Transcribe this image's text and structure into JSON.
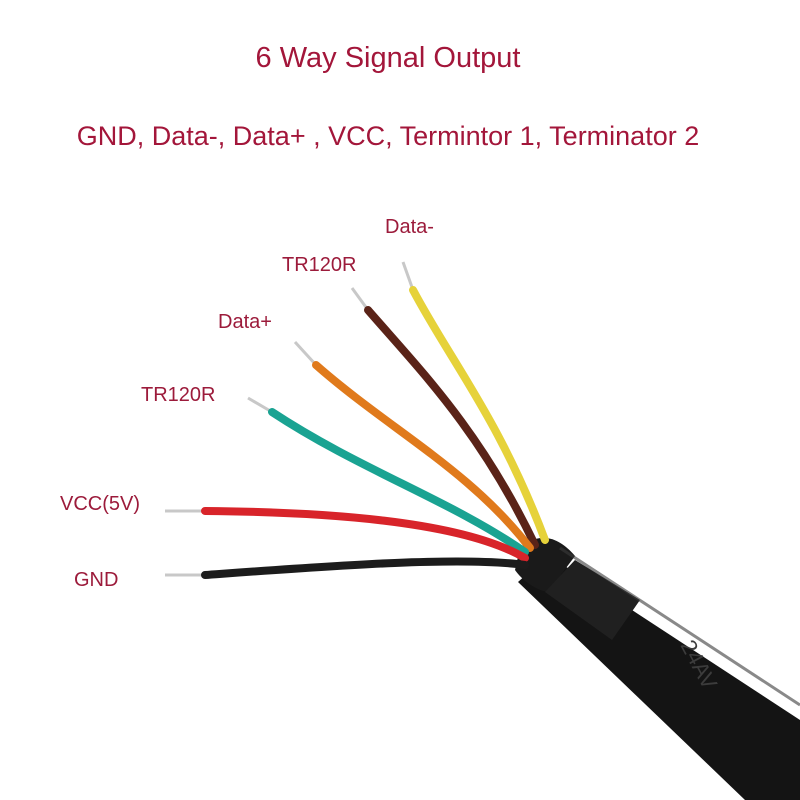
{
  "title": "6 Way Signal Output",
  "subtitle": "GND, Data-, Data+ , VCC, Termintor 1, Terminator 2",
  "cable_marking": "24AV",
  "wires": [
    {
      "label": "Data-",
      "color": "#e6d23a"
    },
    {
      "label": "TR120R",
      "color": "#5a2318"
    },
    {
      "label": "Data+",
      "color": "#e07a1c"
    },
    {
      "label": "TR120R",
      "color": "#1aa392"
    },
    {
      "label": "VCC(5V)",
      "color": "#d8242a"
    },
    {
      "label": "GND",
      "color": "#1c1c1c"
    }
  ],
  "colors": {
    "text": "#a3163a",
    "cable": "#111111",
    "conductor": "#c8c8c8"
  }
}
